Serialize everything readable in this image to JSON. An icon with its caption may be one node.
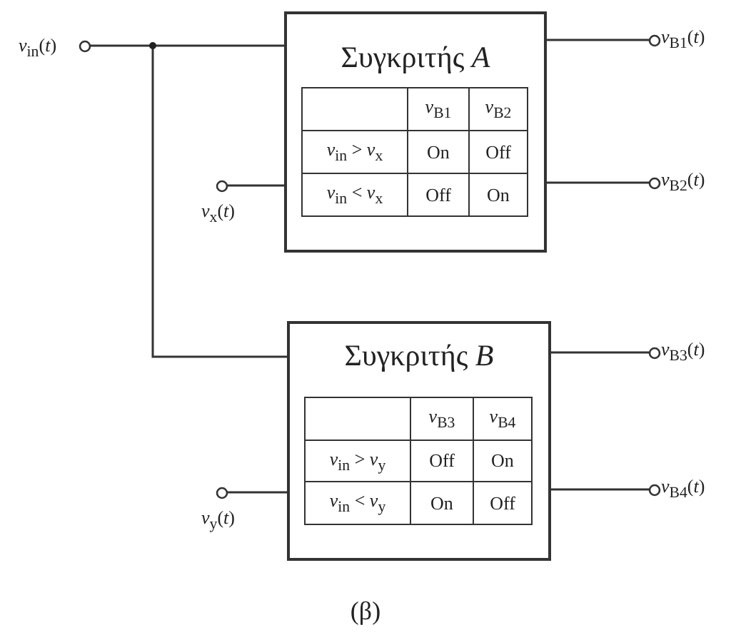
{
  "diagram": {
    "caption": "(β)",
    "nodes": [
      {
        "text": [
          "*v*$_{in}$(*t*)"
        ]
      },
      {
        "text": [],
        "shape": "circle"
      },
      {
        "text": [
          "Συγκριτής *A*"
        ]
      },
      {
        "text": [
          "*v*$_{x}$(*t*)"
        ]
      },
      {
        "text": [
          "*v*$_{B1}$(*t*)"
        ]
      },
      {
        "text": [
          "*v*$_{B2}$(*t*)"
        ]
      },
      {
        "text": [
          "Συγκριτής *B*"
        ]
      },
      {
        "text": [
          "*v*$_{y}$(*t*)"
        ]
      },
      {
        "text": [
          "*v*$_{B3}$(*t*)"
        ]
      },
      {
        "text": [
          "*v*$_{B4}$(*t*)"
        ]
      }
    ],
    "edges": [
      {
        "from": 0,
        "to": 1,
        "arrow": "none"
      },
      {
        "from": 1,
        "to": 2,
        "arrow": "none"
      },
      {
        "from": 1,
        "to": 6,
        "arrow": "none"
      },
      {
        "from": 3,
        "to": 2,
        "arrow": "none"
      },
      {
        "from": 2,
        "to": 4,
        "arrow": "none"
      },
      {
        "from": 2,
        "to": 5,
        "arrow": "none"
      },
      {
        "from": 7,
        "to": 6,
        "arrow": "none"
      },
      {
        "from": 6,
        "to": 8,
        "arrow": "none"
      },
      {
        "from": 6,
        "to": 9,
        "arrow": "none"
      }
    ],
    "labels": [
      "*v*$_{B1}$",
      "*v*$_{B2}$",
      "*v*$_{in}$ > *v*$_{x}$",
      "On",
      "Off",
      "*v*$_{in}$ < *v*$_{x}$",
      "Off",
      "On",
      "*v*$_{B3}$",
      "*v*$_{B4}$",
      "*v*$_{in}$ > *v*$_{y}$",
      "Off",
      "On",
      "*v*$_{in}$ < *v*$_{y}$",
      "On",
      "Off"
    ]
  }
}
